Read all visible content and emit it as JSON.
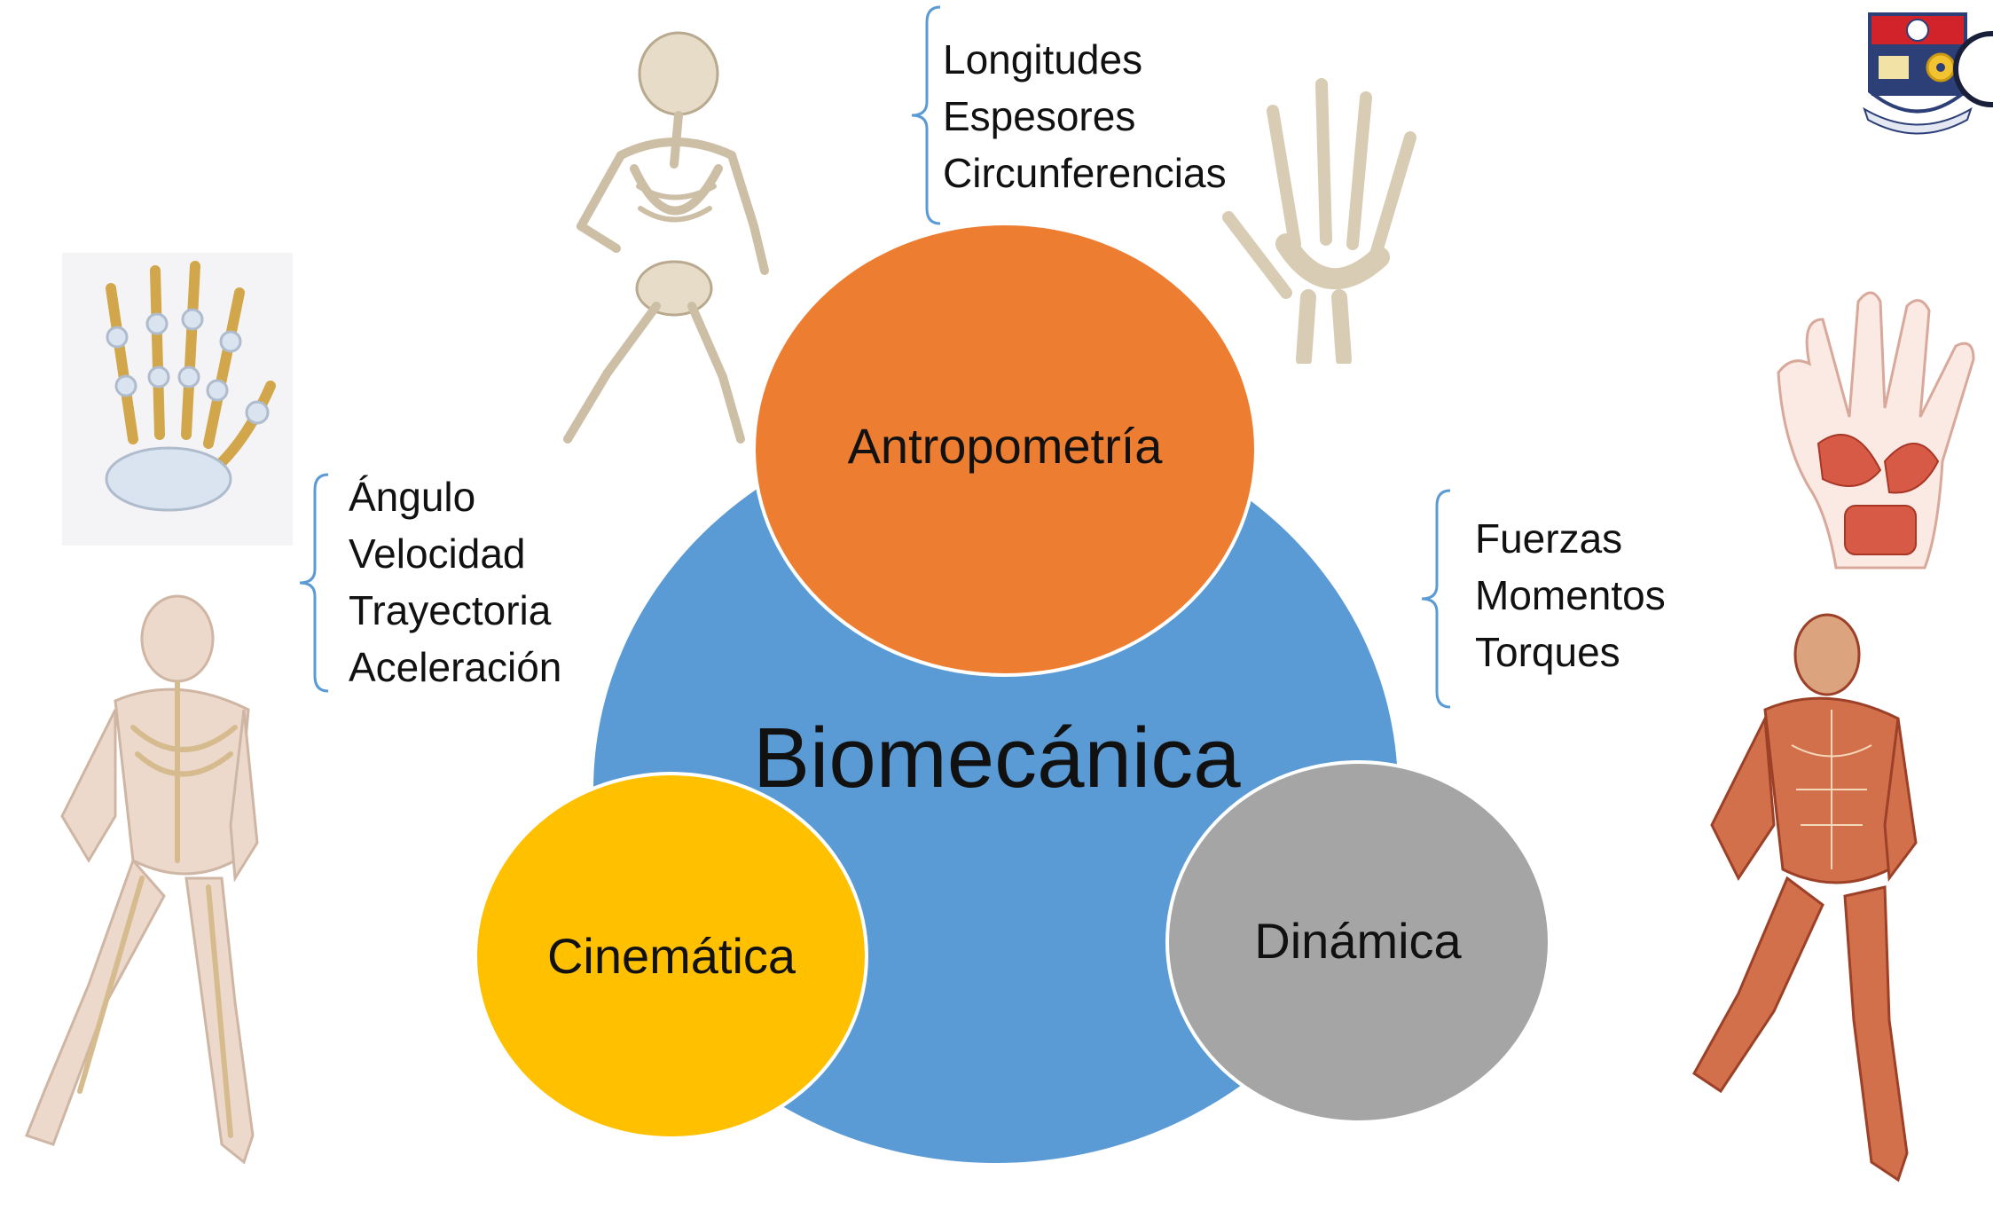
{
  "diagram": {
    "center_label": "Biomecánica",
    "nodes": [
      {
        "id": "antropometria",
        "label": "Antropometría",
        "color": "#ed7d31"
      },
      {
        "id": "cinematica",
        "label": "Cinemática",
        "color": "#ffc000"
      },
      {
        "id": "dinamica",
        "label": "Dinámica",
        "color": "#a5a5a5"
      }
    ],
    "center_color": "#5b9bd5",
    "lists": {
      "antropometria": [
        "Longitudes",
        "Espesores",
        "Circunferencias"
      ],
      "cinematica": [
        "Ángulo",
        "Velocidad",
        "Trayectoria",
        "Aceleración"
      ],
      "dinamica": [
        "Fuerzas",
        "Momentos",
        "Torques"
      ]
    }
  },
  "icons": {
    "skeleton_runner": "skeleton-runner-icon",
    "skeleton_hand": "skeleton-hand-icon",
    "joint_hand": "hand-joints-icon",
    "xray_runner": "skeletal-runner-icon",
    "muscle_hand": "hand-muscles-icon",
    "muscle_runner": "muscular-runner-icon",
    "logo": "university-crest-icon"
  }
}
